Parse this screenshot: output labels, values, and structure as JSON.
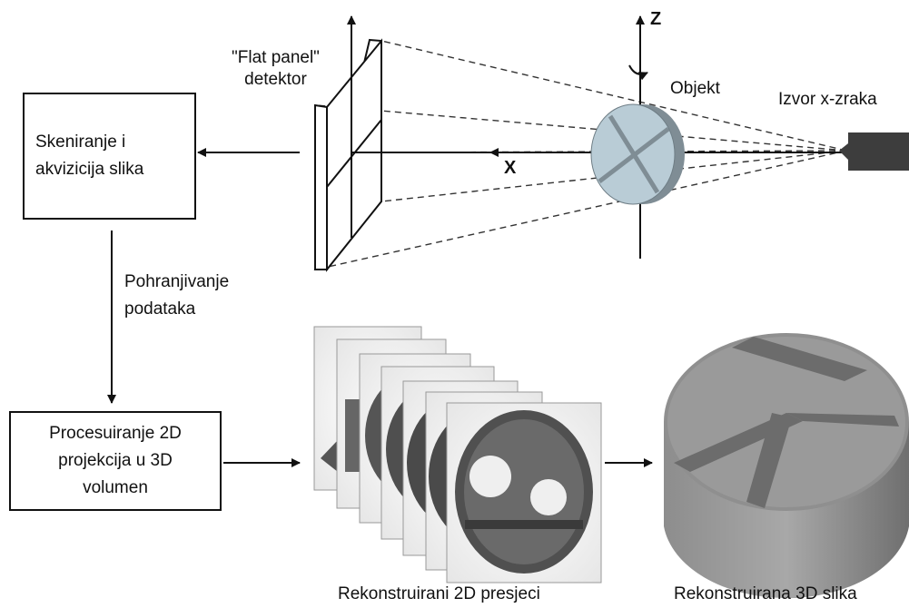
{
  "boxes": {
    "scan": "Skeniranje i\nakvizicija slika",
    "process": "Procesuiranje 2D\nprojekcija u 3D\nvolumen"
  },
  "labels": {
    "detector": "\"Flat panel\"\ndetektor",
    "object": "Objekt",
    "source": "Izvor x-zraka",
    "storage": "Pohranjivanje\npodataka",
    "slices": "Rekonstruirani 2D presjeci",
    "volume": "Rekonstruirana 3D slika"
  },
  "axes": {
    "x": "X",
    "z": "Z"
  },
  "colors": {
    "object": "#b9ccd6",
    "solid": "#8a8a8a",
    "line": "#111111"
  }
}
